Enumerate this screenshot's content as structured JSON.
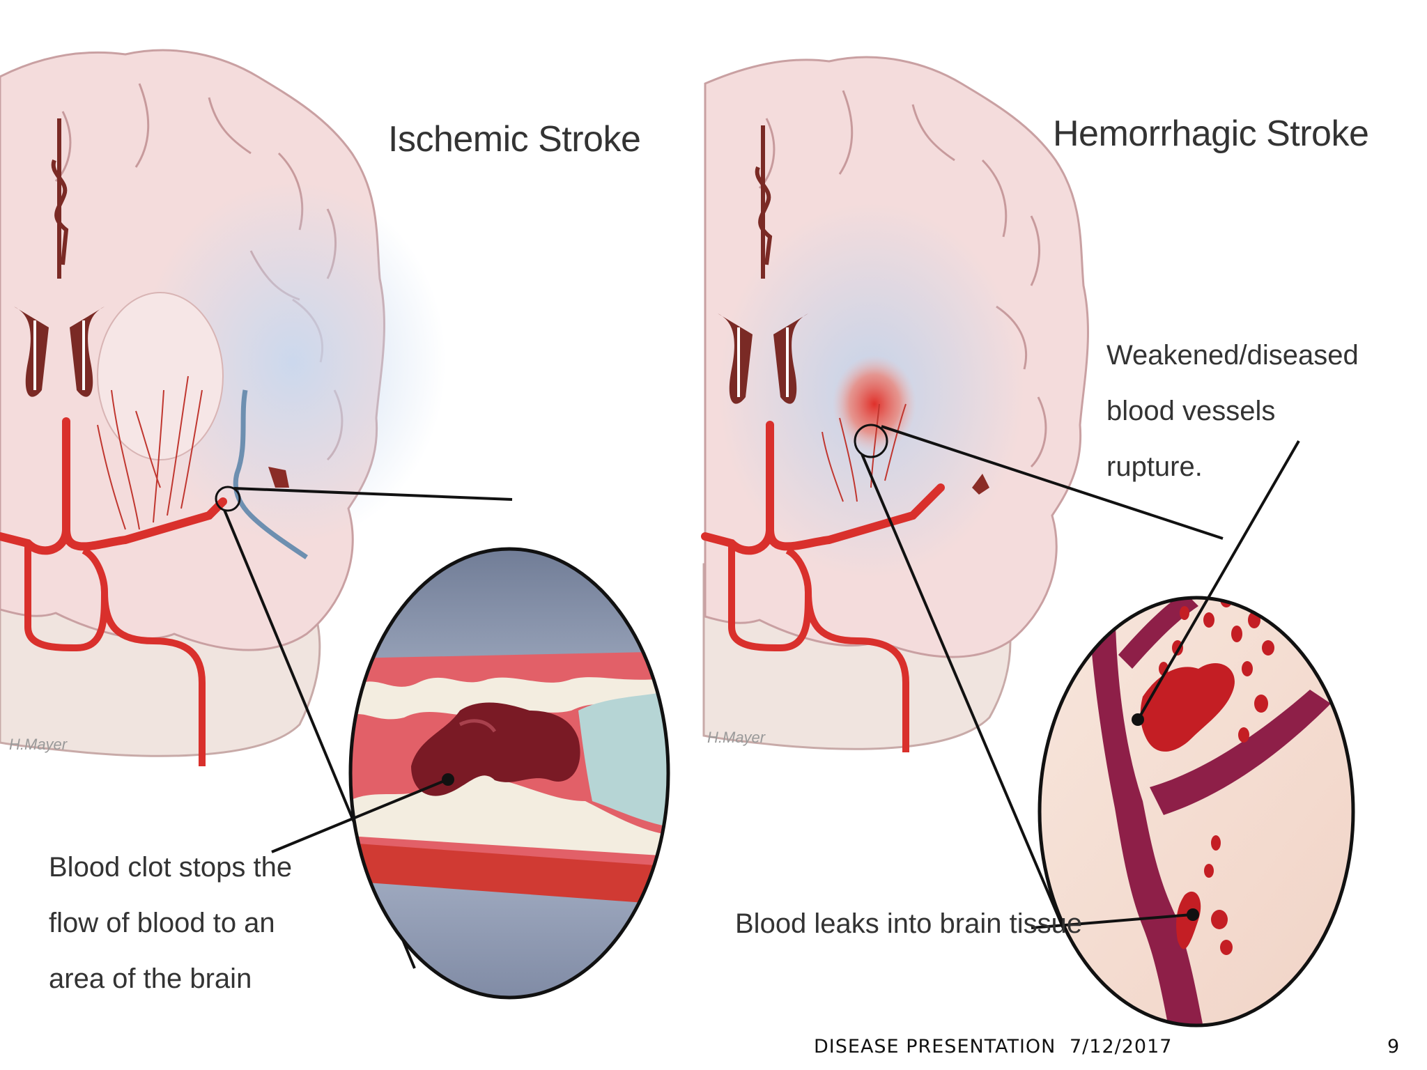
{
  "ischemic": {
    "title": "Ischemic Stroke",
    "callout": "Blood clot stops the flow of blood to an area of the brain",
    "signature": "H.Mayer"
  },
  "hemorrhagic": {
    "title": "Hemorrhagic Stroke",
    "callout_top": "Weakened/diseased blood vessels rupture.",
    "callout_bottom": "Blood leaks into brain tissue",
    "signature": "H.Mayer"
  },
  "footer": {
    "presentation_title": "DISEASE PRESENTATION",
    "date": "7/12/2017",
    "page_number": "9"
  },
  "colors": {
    "brain_tissue": "#f4dcdc",
    "brain_outline": "#c9a0a2",
    "artery": "#d9302c",
    "ventricle": "#7a2a25",
    "ischemic_halo": "#c7d8ef",
    "clot": "#7a1a25",
    "vessel_purple": "#8e1f48"
  }
}
